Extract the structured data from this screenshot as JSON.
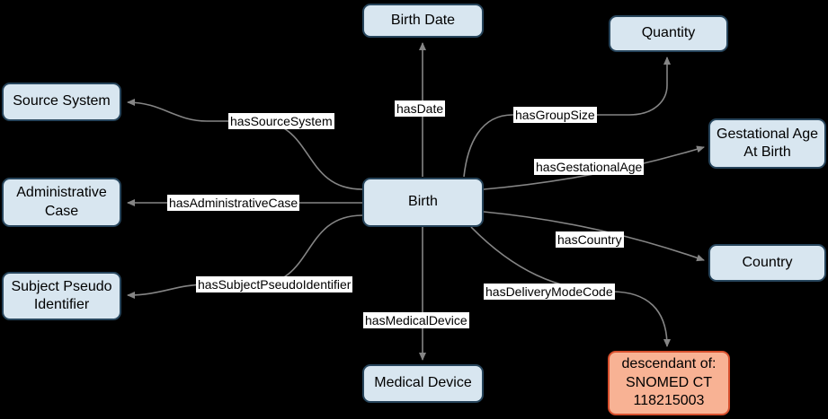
{
  "diagram": {
    "title": "Birth concept relationship diagram",
    "colors": {
      "background": "#000000",
      "node_fill": "#d8e6f0",
      "node_border": "#27455c",
      "highlight_fill": "#f8b294",
      "highlight_border": "#d8502e",
      "edge": "#858585",
      "edge_label_bg": "#ffffff",
      "text": "#000000"
    },
    "nodes": {
      "birth": {
        "label": "Birth"
      },
      "birth_date": {
        "label": "Birth Date"
      },
      "quantity": {
        "label": "Quantity"
      },
      "source_system": {
        "label": "Source System"
      },
      "gestational_age": {
        "label": "Gestational Age At Birth"
      },
      "administrative_case": {
        "label": "Administrative Case"
      },
      "country": {
        "label": "Country"
      },
      "subject_pseudo_identifier": {
        "label": "Subject Pseudo Identifier"
      },
      "snomed_descendant": {
        "label": "descendant of:\nSNOMED CT\n118215003"
      },
      "medical_device": {
        "label": "Medical Device"
      }
    },
    "edges": {
      "has_date": {
        "label": "hasDate",
        "from": "birth",
        "to": "birth_date"
      },
      "has_group_size": {
        "label": "hasGroupSize",
        "from": "birth",
        "to": "quantity"
      },
      "has_source_system": {
        "label": "hasSourceSystem",
        "from": "birth",
        "to": "source_system"
      },
      "has_gestational_age": {
        "label": "hasGestationalAge",
        "from": "birth",
        "to": "gestational_age"
      },
      "has_administrative_case": {
        "label": "hasAdministrativeCase",
        "from": "birth",
        "to": "administrative_case"
      },
      "has_country": {
        "label": "hasCountry",
        "from": "birth",
        "to": "country"
      },
      "has_subject_pseudo_identifier": {
        "label": "hasSubjectPseudoIdentifier",
        "from": "birth",
        "to": "subject_pseudo_identifier"
      },
      "has_delivery_mode_code": {
        "label": "hasDeliveryModeCode",
        "from": "birth",
        "to": "snomed_descendant"
      },
      "has_medical_device": {
        "label": "hasMedicalDevice",
        "from": "birth",
        "to": "medical_device"
      }
    }
  }
}
